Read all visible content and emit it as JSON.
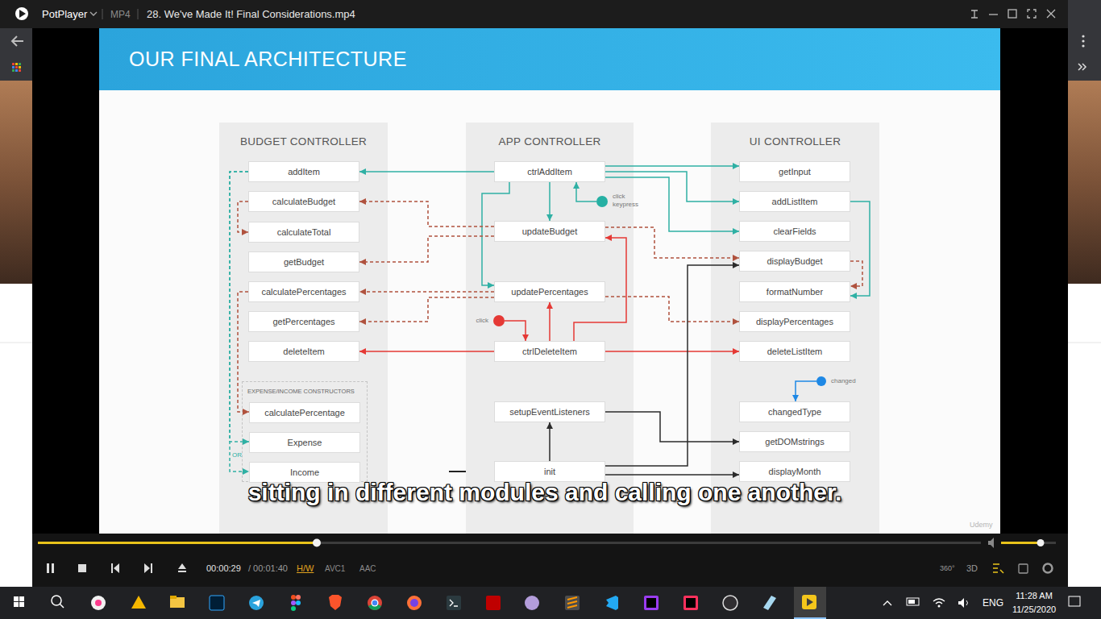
{
  "diagram": {
    "title": "OUR FINAL ARCHITECTURE",
    "nodes": [
      {
        "text": [
          "BUDGET CONTROLLER"
        ]
      },
      {
        "text": [
          "addItem"
        ],
        "in": 0
      },
      {
        "text": [
          "calculateBudget"
        ],
        "in": 0
      },
      {
        "text": [
          "calculateTotal"
        ],
        "in": 0
      },
      {
        "text": [
          "getBudget"
        ],
        "in": 0
      },
      {
        "text": [
          "calculatePercentages"
        ],
        "in": 0
      },
      {
        "text": [
          "getPercentages"
        ],
        "in": 0
      },
      {
        "text": [
          "deleteItem"
        ],
        "in": 0
      },
      {
        "text": [
          "EXPENSE/INCOME CONSTRUCTORS"
        ],
        "in": 0
      },
      {
        "text": [
          "calculatePercentage"
        ],
        "in": 8
      },
      {
        "text": [
          "Expense"
        ],
        "in": 8
      },
      {
        "text": [
          "Income"
        ],
        "in": 8
      },
      {
        "text": [
          "APP CONTROLLER"
        ]
      },
      {
        "text": [
          "ctrlAddItem"
        ],
        "in": 12
      },
      {
        "text": [
          "click keypress"
        ],
        "in": 12
      },
      {
        "text": [
          "updateBudget"
        ],
        "in": 12
      },
      {
        "text": [
          "updatePercentages"
        ],
        "in": 12
      },
      {
        "text": [
          "click"
        ],
        "in": 12
      },
      {
        "text": [
          "ctrlDeleteItem"
        ],
        "in": 12
      },
      {
        "text": [
          "setupEventListeners"
        ],
        "in": 12
      },
      {
        "text": [
          "init"
        ],
        "in": 12
      },
      {
        "text": [
          "UI CONTROLLER"
        ]
      },
      {
        "text": [
          "getInput"
        ],
        "in": 21
      },
      {
        "text": [
          "addListItem"
        ],
        "in": 21
      },
      {
        "text": [
          "clearFields"
        ],
        "in": 21
      },
      {
        "text": [
          "displayBudget"
        ],
        "in": 21
      },
      {
        "text": [
          "formatNumber"
        ],
        "in": 21
      },
      {
        "text": [
          "displayPercentages"
        ],
        "in": 21
      },
      {
        "text": [
          "deleteListItem"
        ],
        "in": 21
      },
      {
        "text": [
          "changed"
        ],
        "in": 21
      },
      {
        "text": [
          "changedType"
        ],
        "in": 21
      },
      {
        "text": [
          "getDOMstrings"
        ],
        "in": 21
      },
      {
        "text": [
          "displayMonth"
        ],
        "in": 21
      }
    ],
    "edges": [
      {
        "from": 13,
        "to": 1,
        "arrow": "to"
      },
      {
        "from": 13,
        "to": 22,
        "arrow": "to"
      },
      {
        "from": 13,
        "to": 23,
        "arrow": "to"
      },
      {
        "from": 13,
        "to": 24,
        "arrow": "to"
      },
      {
        "from": 13,
        "to": 15,
        "arrow": "to"
      },
      {
        "from": 13,
        "to": 16,
        "arrow": "to"
      },
      {
        "from": 14,
        "to": 13,
        "arrow": "to"
      },
      {
        "from": 1,
        "to": 10,
        "arrow": "to"
      },
      {
        "from": 1,
        "to": 11,
        "arrow": "to"
      },
      {
        "from": 15,
        "to": 2,
        "arrow": "to"
      },
      {
        "from": 15,
        "to": 4,
        "arrow": "to"
      },
      {
        "from": 2,
        "to": 3,
        "arrow": "to"
      },
      {
        "from": 15,
        "to": 25,
        "arrow": "to"
      },
      {
        "from": 16,
        "to": 5,
        "arrow": "to"
      },
      {
        "from": 16,
        "to": 6,
        "arrow": "to"
      },
      {
        "from": 5,
        "to": 9,
        "arrow": "to"
      },
      {
        "from": 16,
        "to": 27,
        "arrow": "to"
      },
      {
        "from": 18,
        "to": 15,
        "arrow": "to"
      },
      {
        "from": 18,
        "to": 16,
        "arrow": "to"
      },
      {
        "from": 17,
        "to": 18,
        "arrow": "to"
      },
      {
        "from": 18,
        "to": 7,
        "arrow": "to"
      },
      {
        "from": 18,
        "to": 28,
        "arrow": "to"
      },
      {
        "from": 29,
        "to": 30,
        "arrow": "to"
      },
      {
        "from": 23,
        "to": 26,
        "arrow": "to"
      },
      {
        "from": 25,
        "to": 26,
        "arrow": "to"
      },
      {
        "from": 20,
        "to": 19,
        "arrow": "to"
      },
      {
        "from": 19,
        "to": 31,
        "arrow": "to"
      },
      {
        "from": 20,
        "to": 25,
        "arrow": "to"
      },
      {
        "from": 20,
        "to": 32,
        "arrow": "to"
      }
    ],
    "labels": [
      "PotPlayer",
      "MP4",
      "28. We've Made It! Final Considerations.mp4",
      "sitting in different modules and calling one another.",
      "OR",
      "Udemy",
      "00:00:29",
      "/ 00:01:40",
      "H/W",
      "AVC1",
      "AAC",
      "360°",
      "3D",
      "ENG",
      "11:28 AM",
      "11/25/2020"
    ]
  }
}
